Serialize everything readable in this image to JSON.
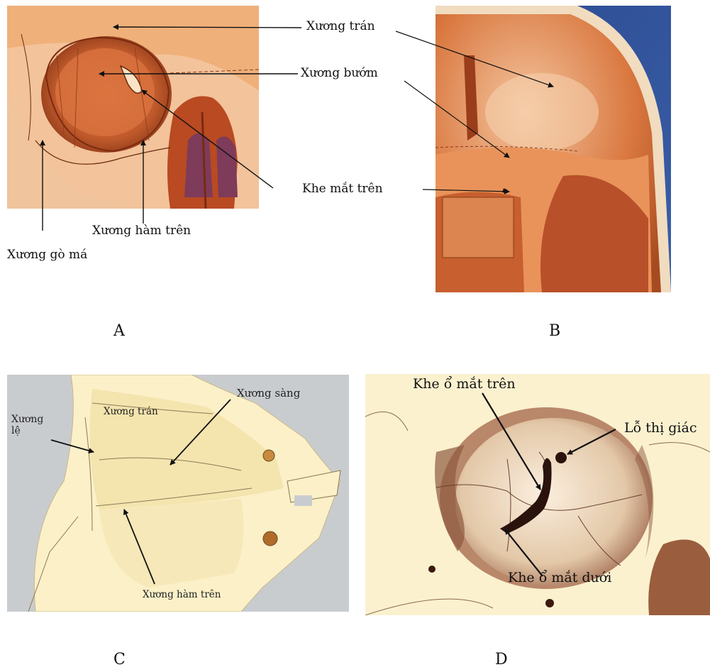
{
  "panel_a": {
    "letter": "A",
    "labels": {
      "frontal": "Xương trán",
      "sphenoid": "Xương bướm",
      "sup_fissure": "Khe mắt trên",
      "maxilla": "Xương hàm trên",
      "zygomatic": "Xương gò má"
    }
  },
  "panel_b": {
    "letter": "B"
  },
  "panel_c": {
    "letter": "C",
    "labels": {
      "frontal": "Xương trán",
      "ethmoid": "Xương sàng",
      "lacrimal": "Xương\nlệ",
      "maxilla": "Xương hàm trên"
    }
  },
  "panel_d": {
    "letter": "D",
    "labels": {
      "sup_fissure": "Khe ổ mắt trên",
      "optic": "Lỗ thị giác",
      "inf_fissure": "Khe ổ mắt dưới"
    }
  }
}
